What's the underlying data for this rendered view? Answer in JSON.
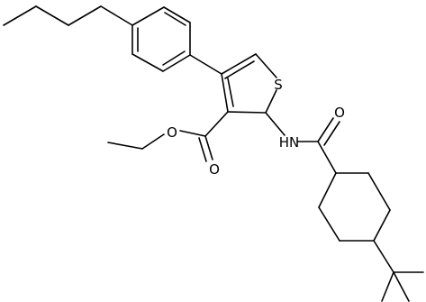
{
  "molecule": {
    "atom_labels": {
      "sulfur": "S",
      "ester_carbonyl_oxygen": "O",
      "ester_ether_oxygen": "O",
      "amide_nh": "HN",
      "amide_carbonyl_oxygen": "O"
    },
    "colors": {
      "bond": "#000000",
      "label": "#000000",
      "background": "#ffffff"
    }
  }
}
